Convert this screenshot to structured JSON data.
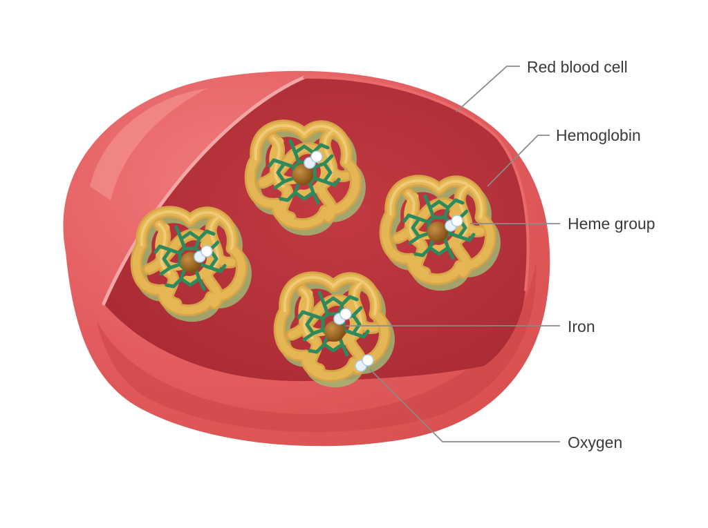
{
  "labels": {
    "red_blood_cell": "Red blood cell",
    "hemoglobin": "Hemoglobin",
    "heme_group": "Heme group",
    "iron": "Iron",
    "oxygen": "Oxygen"
  },
  "colors": {
    "cell_outer": "#e35d5f",
    "cell_rim": "#d24649",
    "cell_interior": "#b8313a",
    "hemoglobin_chain": "#e5b654",
    "hemoglobin_highlight": "#f3cf7d",
    "hemoglobin_shadow": "#9dbf76",
    "heme_group": "#2e8a5c",
    "iron": "#9b6418",
    "oxygen": "#e6f1fb",
    "leader_line": "#8a8a8a"
  }
}
